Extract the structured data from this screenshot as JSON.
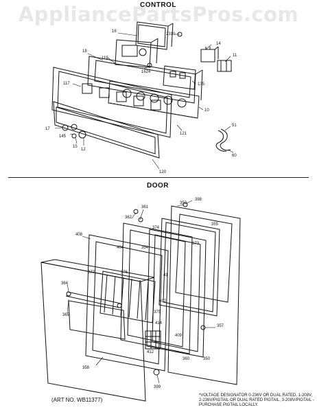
{
  "watermark": "AppliancePartsPros.com",
  "sections": {
    "control": "CONTROL",
    "door": "DOOR"
  },
  "control_callouts": [
    "16",
    "2310",
    "14",
    "11",
    "18",
    "119",
    "1624",
    "135",
    "10",
    "117",
    "121",
    "17",
    "145",
    "15",
    "12",
    "120",
    "51",
    "60"
  ],
  "door_callouts": [
    "361",
    "352",
    "398",
    "362",
    "355",
    "408",
    "374",
    "354",
    "373",
    "404",
    "377",
    "376",
    "364",
    "41",
    "402",
    "365",
    "375",
    "414",
    "357",
    "412",
    "409",
    "350",
    "360",
    "358",
    "399"
  ],
  "footer": {
    "art_no": "(ART NO. WB11377)",
    "voltage_note": "*VOLTAGE DESIGNATOR 0-236V OR DUAL RATED, 1-208V, 2-236V/PIGTAIL OR DUAL RATED PIGTAIL, 3-208V/PIGTAIL - PURCHASE PIGTAIL LOCALLY."
  },
  "colors": {
    "ink": "#111111",
    "paper": "#ffffff"
  }
}
